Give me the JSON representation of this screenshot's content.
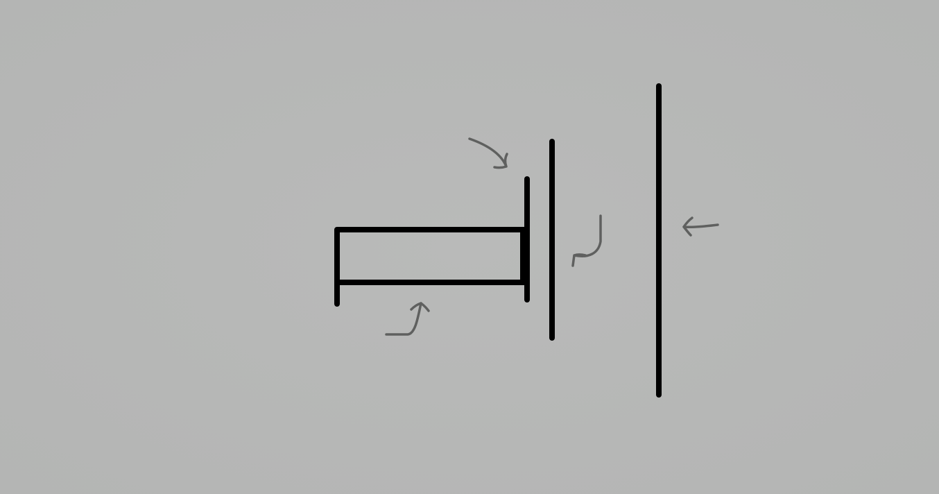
{
  "canvas": {
    "background": "#b7b8b7"
  },
  "diagram": {
    "line_color": "#000000",
    "arrow_color": "#5f605f",
    "shapes": [
      {
        "name": "open-rectangle",
        "kind": "bracket-box"
      },
      {
        "name": "short-plate",
        "kind": "vertical-line"
      },
      {
        "name": "middle-plate",
        "kind": "vertical-line"
      },
      {
        "name": "tall-plate",
        "kind": "vertical-line"
      }
    ],
    "arrows": [
      {
        "name": "arrow-to-short-plate",
        "direction": "down-right"
      },
      {
        "name": "arrow-to-middle-plate",
        "direction": "left-hook"
      },
      {
        "name": "arrow-to-tall-plate",
        "direction": "left"
      },
      {
        "name": "arrow-to-rectangle",
        "direction": "up-right"
      }
    ]
  }
}
